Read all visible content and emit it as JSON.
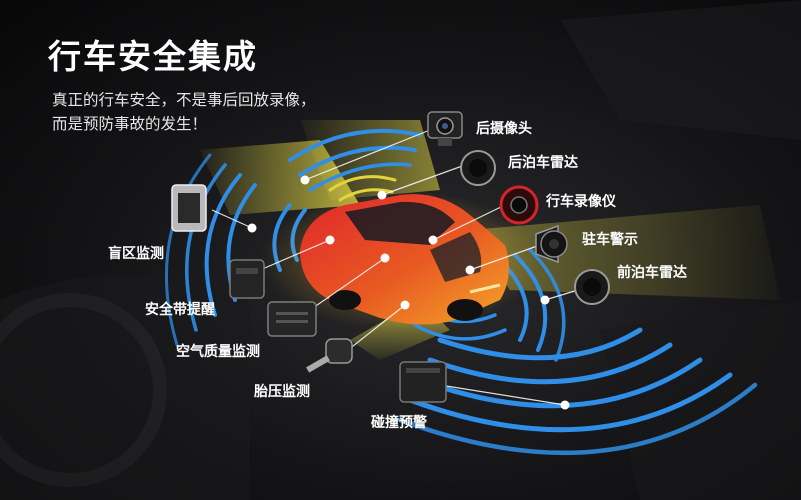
{
  "header": {
    "title": "行车安全集成",
    "subtitle_lines": [
      "真正的行车安全，不是事后回放录像，",
      "而是预防事故的发生！"
    ]
  },
  "features": [
    {
      "id": "rear-camera",
      "label": "后摄像头",
      "icon": "rear-camera-icon"
    },
    {
      "id": "rear-parking-radar",
      "label": "后泊车雷达",
      "icon": "parking-sensor-icon"
    },
    {
      "id": "dash-recorder",
      "label": "行车录像仪",
      "icon": "dashcam-icon"
    },
    {
      "id": "parking-alarm",
      "label": "驻车警示",
      "icon": "alarm-speaker-icon"
    },
    {
      "id": "front-parking-radar",
      "label": "前泊车雷达",
      "icon": "parking-sensor-icon"
    },
    {
      "id": "blind-spot",
      "label": "盲区监测",
      "icon": "radar-module-icon"
    },
    {
      "id": "seatbelt-reminder",
      "label": "安全带提醒",
      "icon": "control-box-icon"
    },
    {
      "id": "air-quality",
      "label": "空气质量监测",
      "icon": "air-sensor-icon"
    },
    {
      "id": "tire-pressure",
      "label": "胎压监测",
      "icon": "tire-valve-sensor-icon"
    },
    {
      "id": "collision-warning",
      "label": "碰撞预警",
      "icon": "collision-module-icon"
    }
  ],
  "colors": {
    "background": "#111113",
    "wave_blue": "#2f8fe8",
    "wave_yellow": "#e3d43a",
    "car_red": "#e0262b",
    "car_orange": "#f08a1c",
    "text": "#ffffff"
  }
}
